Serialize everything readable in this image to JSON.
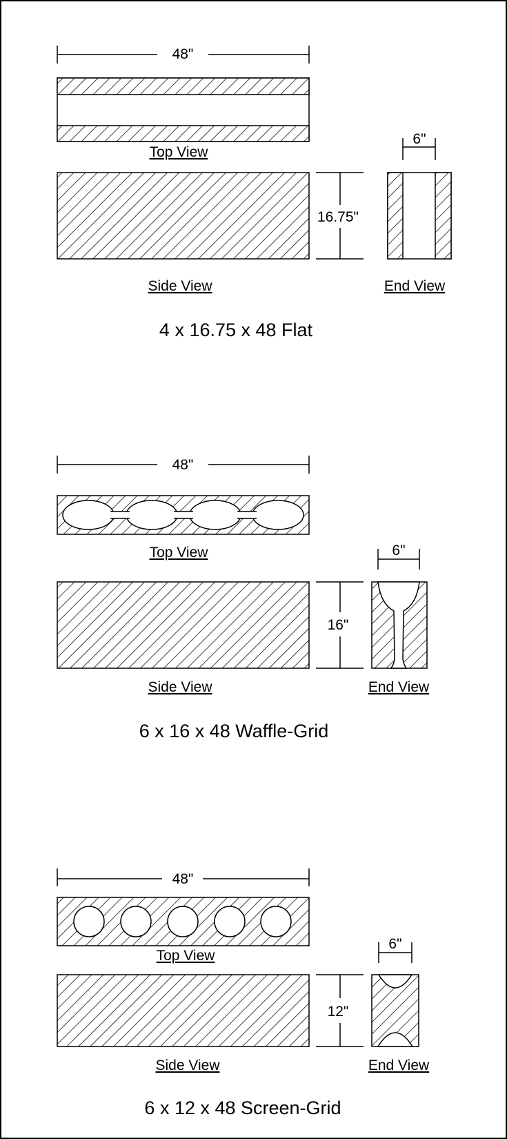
{
  "blocks": [
    {
      "width_label": "48\"",
      "top_view": "Top View",
      "height_label": "16.75\"",
      "side_view": "Side View",
      "thickness_label": "6\"",
      "end_view": "End View",
      "title": "4 x 16.75 x 48 Flat"
    },
    {
      "width_label": "48\"",
      "top_view": "Top View",
      "height_label": "16\"",
      "side_view": "Side View",
      "thickness_label": "6\"",
      "end_view": "End View",
      "title": "6 x 16 x 48 Waffle-Grid"
    },
    {
      "width_label": "48\"",
      "top_view": "Top View",
      "height_label": "12\"",
      "side_view": "Side View",
      "thickness_label": "6\"",
      "end_view": "End View",
      "title": "6 x 12 x 48 Screen-Grid"
    }
  ]
}
